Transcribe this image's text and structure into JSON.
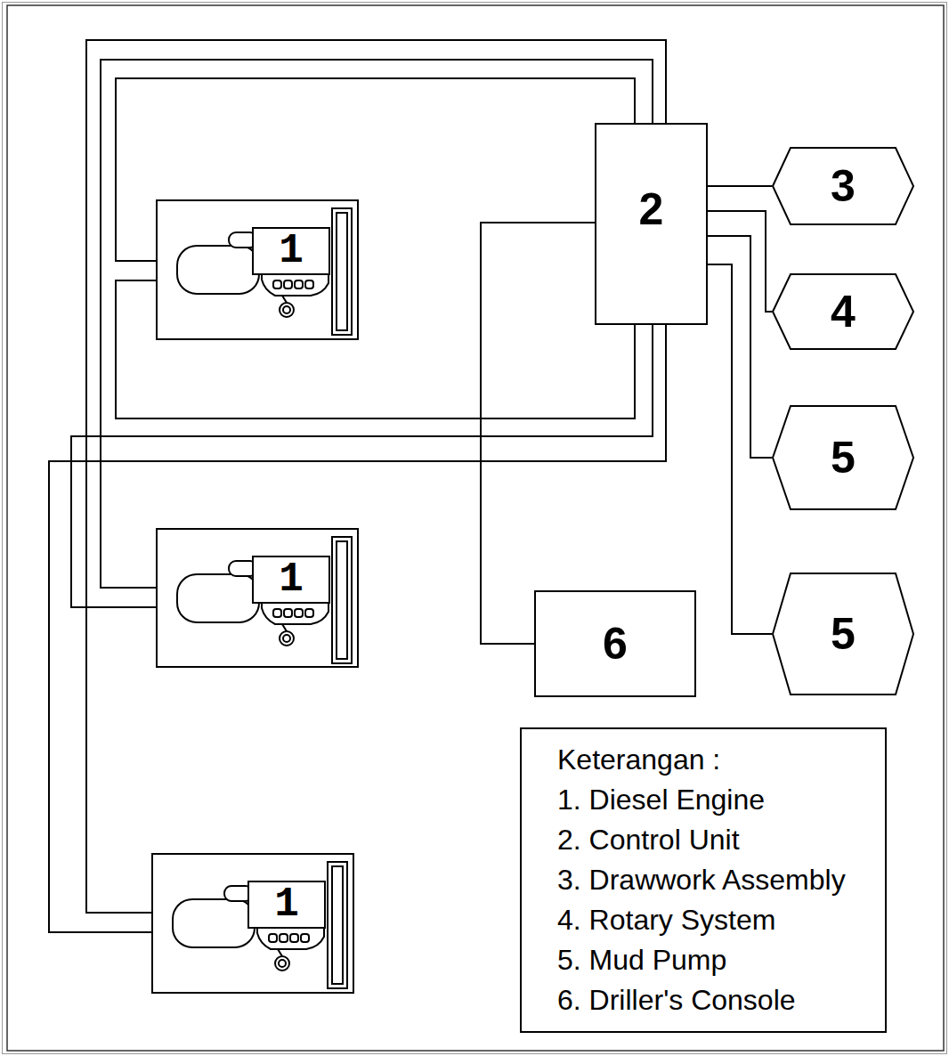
{
  "diagram": {
    "nodes": [
      {
        "text": [
          "1"
        ]
      },
      {
        "text": [
          "2"
        ]
      },
      {
        "text": [
          "3"
        ]
      },
      {
        "text": [
          "4"
        ]
      },
      {
        "text": [
          "5"
        ]
      },
      {
        "text": [
          "1"
        ]
      },
      {
        "text": [
          "6"
        ]
      },
      {
        "text": [
          "5"
        ]
      },
      {
        "text": [
          "Keterangan :",
          "1. Diesel Engine",
          "2. Control Unit",
          "3. Drawwork Assembly",
          "4. Rotary System",
          "5. Mud Pump",
          "6. Driller's Console"
        ]
      },
      {
        "text": [
          "1"
        ]
      }
    ],
    "edges": [
      {
        "from": 0,
        "to": 1,
        "arrow": "none"
      },
      {
        "from": 0,
        "to": 1,
        "arrow": "none"
      },
      {
        "from": 5,
        "to": 1,
        "arrow": "none"
      },
      {
        "from": 5,
        "to": 1,
        "arrow": "none"
      },
      {
        "from": 9,
        "to": 1,
        "arrow": "none"
      },
      {
        "from": 9,
        "to": 1,
        "arrow": "none"
      },
      {
        "from": 1,
        "to": 2,
        "arrow": "none"
      },
      {
        "from": 1,
        "to": 3,
        "arrow": "none"
      },
      {
        "from": 1,
        "to": 4,
        "arrow": "none"
      },
      {
        "from": 1,
        "to": 7,
        "arrow": "none"
      },
      {
        "from": 1,
        "to": 6,
        "arrow": "none"
      }
    ]
  }
}
